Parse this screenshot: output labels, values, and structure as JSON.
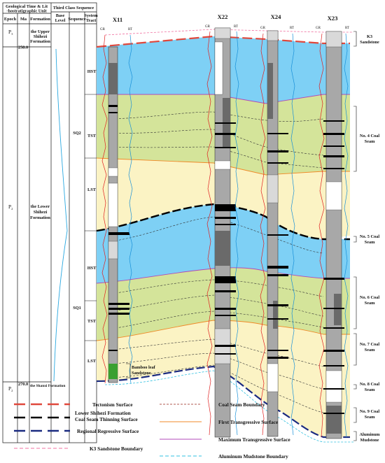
{
  "header": {
    "time_litho_line1": "Geological Time & Lit",
    "time_litho_line2": "-hostratigraphic Unit",
    "third_class": "Third Class Sequence",
    "epoch": "Epoch",
    "ma": "Ma",
    "formation": "Formation",
    "base_level_1": "Base",
    "base_level_2": "Level",
    "sequence": "Sequence",
    "system_1": "System",
    "system_2": "Tract"
  },
  "strat": {
    "ma_top": "258.0",
    "ma_bottom": "270.0",
    "epoch_top": "P",
    "epoch_top_sub": "3",
    "epoch_mid": "P",
    "epoch_mid_sub": "2",
    "epoch_bot": "P",
    "epoch_bot_sub": "2",
    "upper_shihezi": [
      "the Upper",
      "Shihezi",
      "Formation"
    ],
    "lower_shihezi": [
      "the Lower",
      "Shihezi",
      "Formation"
    ],
    "shanxi": "the Shanxi Formation",
    "sq2": "SQ2",
    "sq1": "SQ1",
    "tracts": [
      "HST",
      "TST",
      "LST",
      "HST",
      "TST",
      "LST"
    ]
  },
  "wells": [
    {
      "name": "X11",
      "gr": "GR",
      "rt": "RT"
    },
    {
      "name": "X22",
      "gr": "GR",
      "rt": "RT"
    },
    {
      "name": "X24",
      "gr": "GR",
      "rt": "RT"
    },
    {
      "name": "X23",
      "gr": "GR",
      "rt": "RT"
    }
  ],
  "annotations": {
    "bamboo_1": "Bamboo leaf",
    "bamboo_2": "Sandstone",
    "k3_1": "K3",
    "k3_2": "Sandstone",
    "no4_1": "No. 4 Coal",
    "no4_2": "Seam",
    "no5_1": "No. 5 Coal",
    "no5_2": "Seam",
    "no6_1": "No. 6 Coal",
    "no6_2": "Seam",
    "no7_1": "No. 7 Coal",
    "no7_2": "Seam",
    "no8_1": "No. 8 Coal",
    "no8_2": "Seam",
    "no9_1": "No. 9 Coal",
    "no9_2": "Seam",
    "alu_1": "Aluminum",
    "alu_2": "Mudstone"
  },
  "legend": {
    "tectonism": "Tectonism Surface",
    "thinning_1": "Lower Shihezi Formation",
    "thinning_2": "Coal Seam Thinning Surface",
    "regressive": "Regional Regressive Surface",
    "k3": "K3 Sandstone Boundary",
    "coal_boundary": "Coal Seam Boundary",
    "first_trans": "First Transgressive Surface",
    "max_trans": "Maximum Transgressive Surface",
    "alu_boundary": "Aluminum Mudstone Boundary"
  },
  "colors": {
    "hst_blue": "#7ed0f5",
    "tst_green": "#d4e49a",
    "lst_yellow": "#fbf3c4",
    "tectonism_red": "#e0483c",
    "thinning_black": "#000000",
    "regressive_navy": "#1a2a80",
    "k3_pink": "#f070a0",
    "first_trans_orange": "#f08a28",
    "max_trans_purple": "#b04ab8",
    "alu_cyan": "#30c0e0",
    "gr_curve_red": "#e02020",
    "rt_curve_blue": "#1890d8"
  }
}
